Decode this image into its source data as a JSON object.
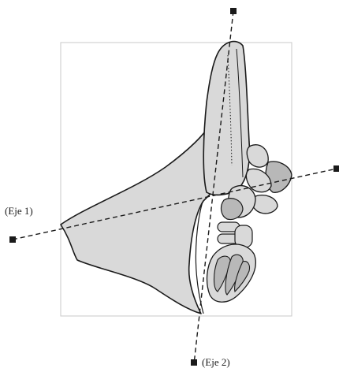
{
  "labels": {
    "axis1": "(Eje 1)",
    "axis2": "(Eje 2)"
  },
  "colors": {
    "bone_fill": "#d9d9d9",
    "bone_dark_fill": "#b8b8b8",
    "outline": "#1a1a1a",
    "frame": "#c8c8c8",
    "axis_line": "#1a1a1a"
  },
  "axis_style": "dashed",
  "axis_endpoints": "square-markers"
}
